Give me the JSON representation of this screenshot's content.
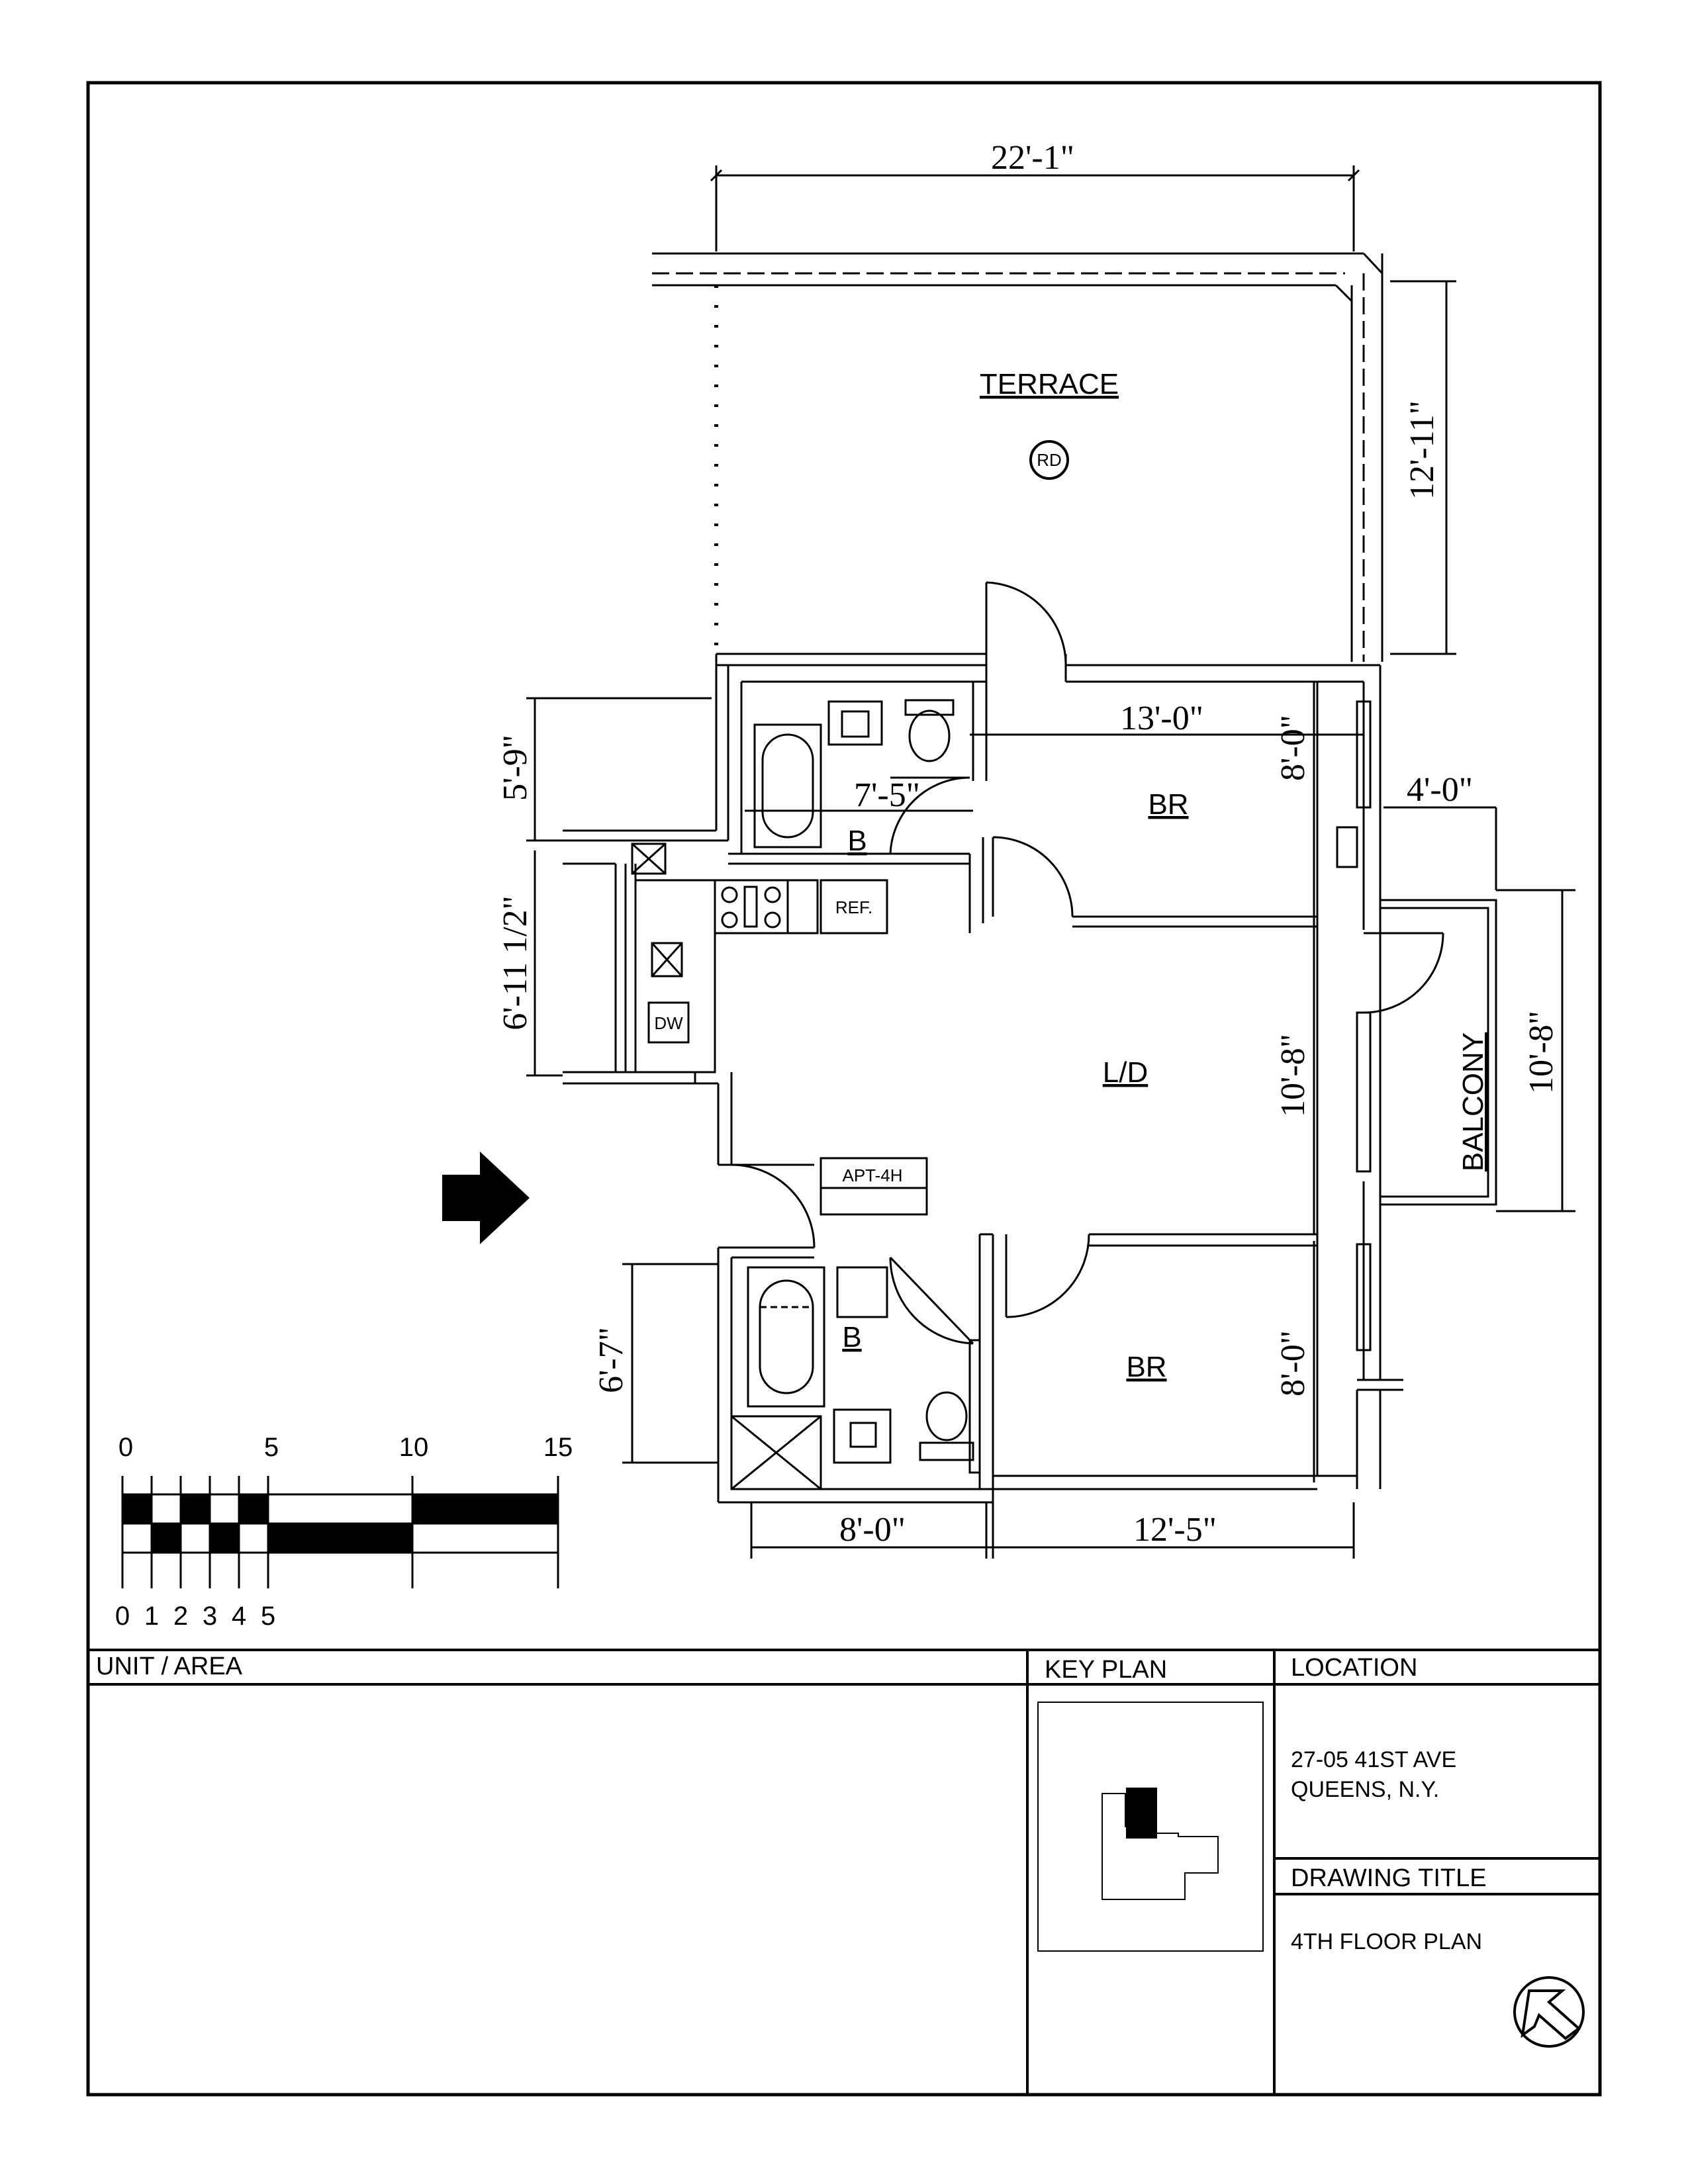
{
  "plan": {
    "dimensions": {
      "top_width": "22'-1\"",
      "terrace_depth": "12'-11\"",
      "bath_top_height": "5'-9\"",
      "bath_top_width": "7'-5\"",
      "br_top_width": "13'-0\"",
      "br_top_depth": "8'-0\"",
      "balcony_width": "4'-0\"",
      "kitchen_height": "6'-11 1/2\"",
      "ld_depth": "10'-8\"",
      "balcony_length": "10'-8\"",
      "bath_bottom_height": "6'-7\"",
      "br_bottom_depth": "8'-0\"",
      "bottom_left_width": "8'-0\"",
      "bottom_right_width": "12'-5\""
    },
    "rooms": {
      "terrace": "TERRACE",
      "roof_drain": "RD",
      "bedroom_top": "BR",
      "bedroom_bottom": "BR",
      "bath_top": "B",
      "bath_bottom": "B",
      "living_dining": "L/D",
      "balcony": "BALCONY",
      "refrigerator": "REF.",
      "dishwasher": "DW",
      "apartment": "APT-4H"
    },
    "entry_arrow_icon": "entry-arrow-icon"
  },
  "scale_bar": {
    "top_labels": [
      "0",
      "5",
      "10",
      "15"
    ],
    "bottom_labels": [
      "0",
      "1",
      "2",
      "3",
      "4",
      "5"
    ]
  },
  "title_block": {
    "unit_area_header": "UNIT / AREA",
    "key_plan_header": "KEY PLAN",
    "location_header": "LOCATION",
    "location_line1": "27-05 41ST AVE",
    "location_line2": "QUEENS, N.Y.",
    "drawing_title_header": "DRAWING TITLE",
    "drawing_title": "4TH FLOOR PLAN",
    "north_icon": "north-arrow-icon"
  }
}
